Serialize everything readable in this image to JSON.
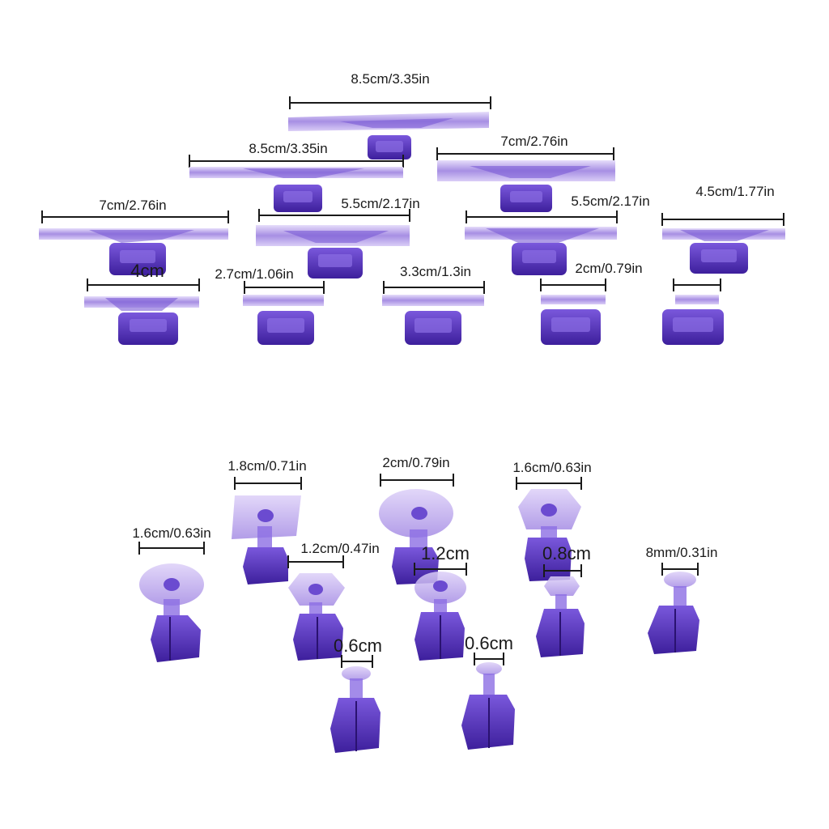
{
  "colors": {
    "background": "#ffffff",
    "tab_dark": "#4a2aa8",
    "tab_mid": "#6b4bd0",
    "tab_light": "#c9b6f2",
    "measure_line": "#1a1a1a"
  },
  "tabs": [
    {
      "label": "8.5cm/3.35in"
    },
    {
      "label": "8.5cm/3.35in"
    },
    {
      "label": "7cm/2.76in"
    },
    {
      "label": "7cm/2.76in"
    },
    {
      "label": "5.5cm/2.17in"
    },
    {
      "label": "5.5cm/2.17in"
    },
    {
      "label": "4.5cm/1.77in"
    },
    {
      "label": "4cm"
    },
    {
      "label": "2.7cm/1.06in"
    },
    {
      "label": "3.3cm/1.3in"
    },
    {
      "label": "2cm/0.79in"
    }
  ],
  "pullers": [
    {
      "label": "1.8cm/0.71in"
    },
    {
      "label": "2cm/0.79in"
    },
    {
      "label": "1.6cm/0.63in"
    },
    {
      "label": "1.6cm/0.63in"
    },
    {
      "label": "1.2cm/0.47in"
    },
    {
      "label": "1.2cm"
    },
    {
      "label": "0.8cm"
    },
    {
      "label": "8mm/0.31in"
    },
    {
      "label": "0.6cm"
    },
    {
      "label": "0.6cm"
    }
  ]
}
